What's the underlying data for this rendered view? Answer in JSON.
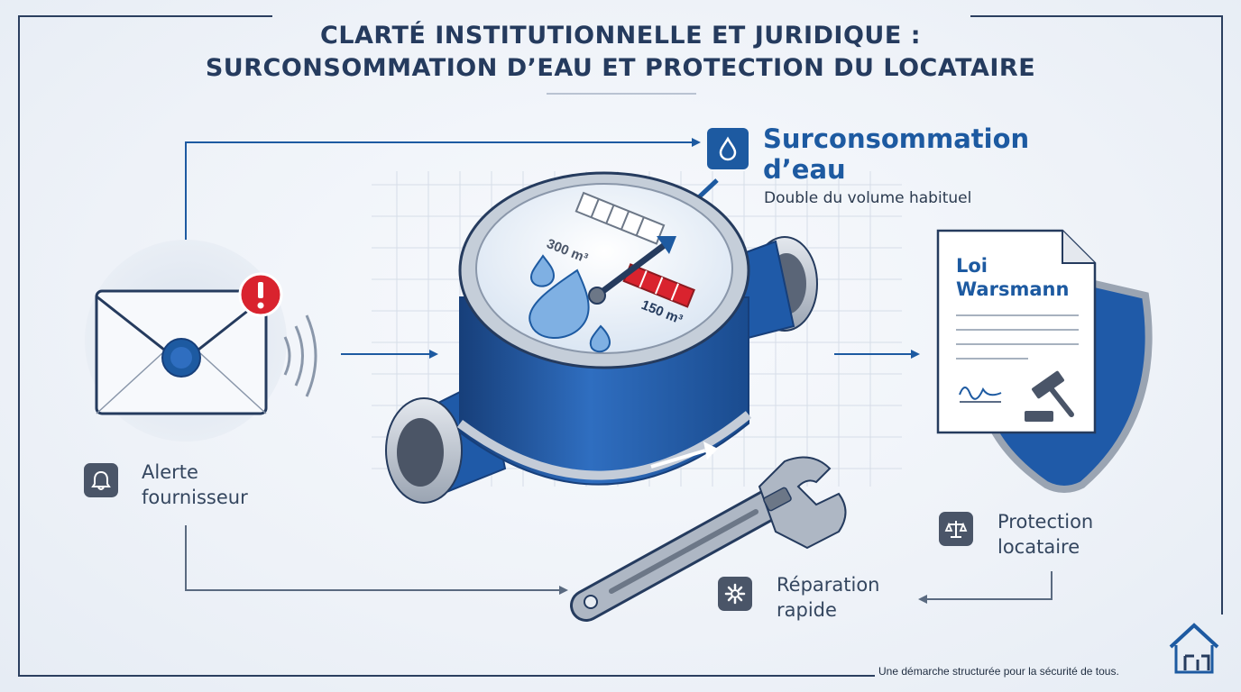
{
  "title": {
    "line1": "CLARTÉ INSTITUTIONNELLE ET JURIDIQUE :",
    "line2": "SURCONSOMMATION D’EAU ET PROTECTION DU LOCATAIRE"
  },
  "alert": {
    "line1": "Alerte",
    "line2": "fournisseur",
    "icon": "bell-icon"
  },
  "meter": {
    "reading_high": "300 m³",
    "reading_low": "150 m³"
  },
  "overconsumption": {
    "title_line1": "Surconsommation",
    "title_line2": "d’eau",
    "subtitle": "Double du volume habituel",
    "icon": "water-drop-icon"
  },
  "law_document": {
    "title_line1": "Loi",
    "title_line2": "Warsmann"
  },
  "protection": {
    "line1": "Protection",
    "line2": "locataire",
    "icon": "scales-icon"
  },
  "repair": {
    "line1": "Réparation",
    "line2": "rapide",
    "icon": "gear-icon"
  },
  "footer": {
    "note": "Une démarche structurée pour la sécurité de tous."
  },
  "colors": {
    "primary_blue": "#1d5aa1",
    "dark_navy": "#253b5e",
    "alert_red": "#d9232e",
    "icon_gray": "#4a5568"
  }
}
